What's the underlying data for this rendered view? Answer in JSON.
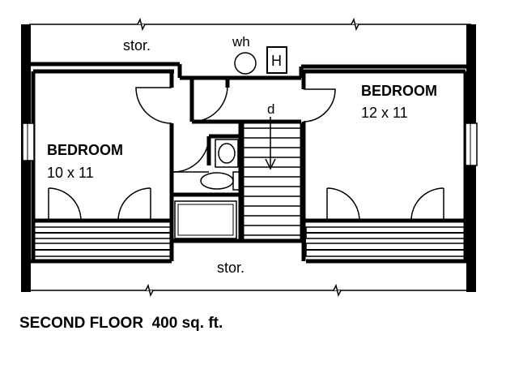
{
  "plan": {
    "rooms": [
      {
        "id": "storage-top",
        "label": "stor."
      },
      {
        "id": "water-heater",
        "label": "wh"
      },
      {
        "id": "hvac",
        "label": "H"
      },
      {
        "id": "bedroom-left",
        "label": "BEDROOM",
        "size": "10 x 11"
      },
      {
        "id": "bedroom-right",
        "label": "BEDROOM",
        "size": "12 x 11"
      },
      {
        "id": "stair-direction",
        "label": "d"
      },
      {
        "id": "storage-bottom",
        "label": "stor."
      }
    ],
    "caption": "SECOND FLOOR  400 sq. ft.",
    "line_color": "#000000",
    "background": "#ffffff"
  }
}
